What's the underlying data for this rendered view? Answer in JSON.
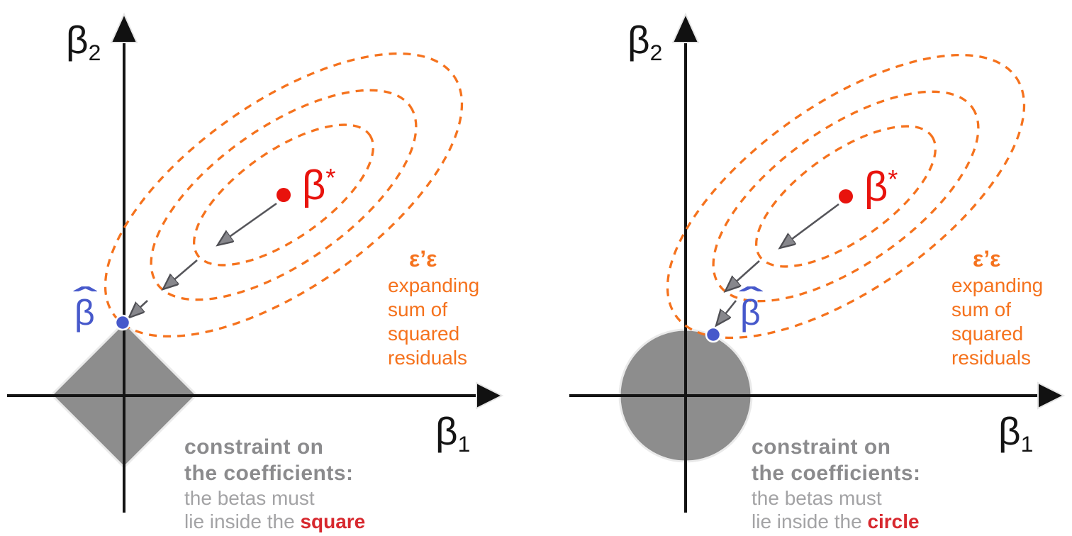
{
  "title": "Lasso vs Ridge constraint diagram",
  "colors": {
    "contour_orange": "#f5721d",
    "optimum_red": "#e8130d",
    "shape_word_red": "#d7282e",
    "estimate_blue": "#4759cb",
    "constraint_gray_fill": "#8d8d8d",
    "annotation_arrow_gray": "#55555a",
    "heading_gray": "#8b8b8d",
    "body_gray": "#a3a3a5",
    "axis_black": "#141414"
  },
  "panels": [
    {
      "id": "lasso-square-constraint",
      "constraint_shape": "diamond",
      "y_axis_label": {
        "base": "β",
        "sub": "2"
      },
      "x_axis_label": {
        "base": "β",
        "sub": "1"
      },
      "beta_star": {
        "base": "β",
        "sup": "*"
      },
      "beta_hat": {
        "hat": "ˆ",
        "base": "β"
      },
      "contour_label": {
        "symbol": "ε’ε",
        "lines": [
          "expanding",
          "sum of",
          "squared",
          "residuals"
        ]
      },
      "constraint": {
        "heading": [
          "constraint on",
          "the coefficients:"
        ],
        "body_line1": "the betas must",
        "body_line2_prefix": "lie inside the ",
        "shape_word": "square"
      }
    },
    {
      "id": "ridge-circle-constraint",
      "constraint_shape": "circle",
      "y_axis_label": {
        "base": "β",
        "sub": "2"
      },
      "x_axis_label": {
        "base": "β",
        "sub": "1"
      },
      "beta_star": {
        "base": "β",
        "sup": "*"
      },
      "beta_hat": {
        "hat": "ˆ",
        "base": "β"
      },
      "contour_label": {
        "symbol": "ε’ε",
        "lines": [
          "expanding",
          "sum of",
          "squared",
          "residuals"
        ]
      },
      "constraint": {
        "heading": [
          "constraint on",
          "the coefficients:"
        ],
        "body_line1": "the betas must",
        "body_line2_prefix": "lie inside the ",
        "shape_word": "circle"
      }
    }
  ]
}
